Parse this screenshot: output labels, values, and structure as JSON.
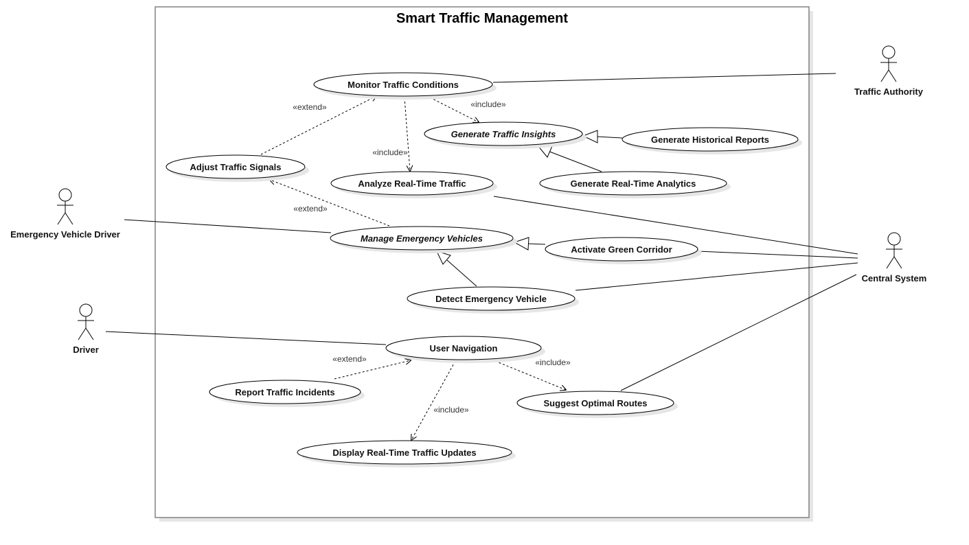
{
  "system": {
    "title": "Smart Traffic Management"
  },
  "actors": {
    "traffic_authority": "Traffic Authority",
    "emergency_vehicle_driver": "Emergency Vehicle Driver",
    "driver": "Driver",
    "central_system": "Central System"
  },
  "use_cases": {
    "monitor_traffic_conditions": "Monitor Traffic Conditions",
    "generate_traffic_insights": "Generate Traffic Insights",
    "generate_historical_reports": "Generate Historical Reports",
    "adjust_traffic_signals": "Adjust Traffic Signals",
    "analyze_real_time_traffic": "Analyze Real-Time Traffic",
    "generate_real_time_analytics": "Generate Real-Time Analytics",
    "manage_emergency_vehicles": "Manage Emergency Vehicles",
    "activate_green_corridor": "Activate Green Corridor",
    "detect_emergency_vehicle": "Detect Emergency Vehicle",
    "user_navigation": "User Navigation",
    "report_traffic_incidents": "Report Traffic Incidents",
    "suggest_optimal_routes": "Suggest Optimal Routes",
    "display_real_time_traffic_updates": "Display Real-Time Traffic Updates"
  },
  "relationships": {
    "extend_adjust_to_monitor": "«extend»",
    "include_monitor_to_insights": "«include»",
    "include_monitor_to_analyze": "«include»",
    "extend_manage_to_adjust": "«extend»",
    "extend_report_to_navigation": "«extend»",
    "include_navigation_to_routes": "«include»",
    "include_navigation_to_display": "«include»"
  }
}
